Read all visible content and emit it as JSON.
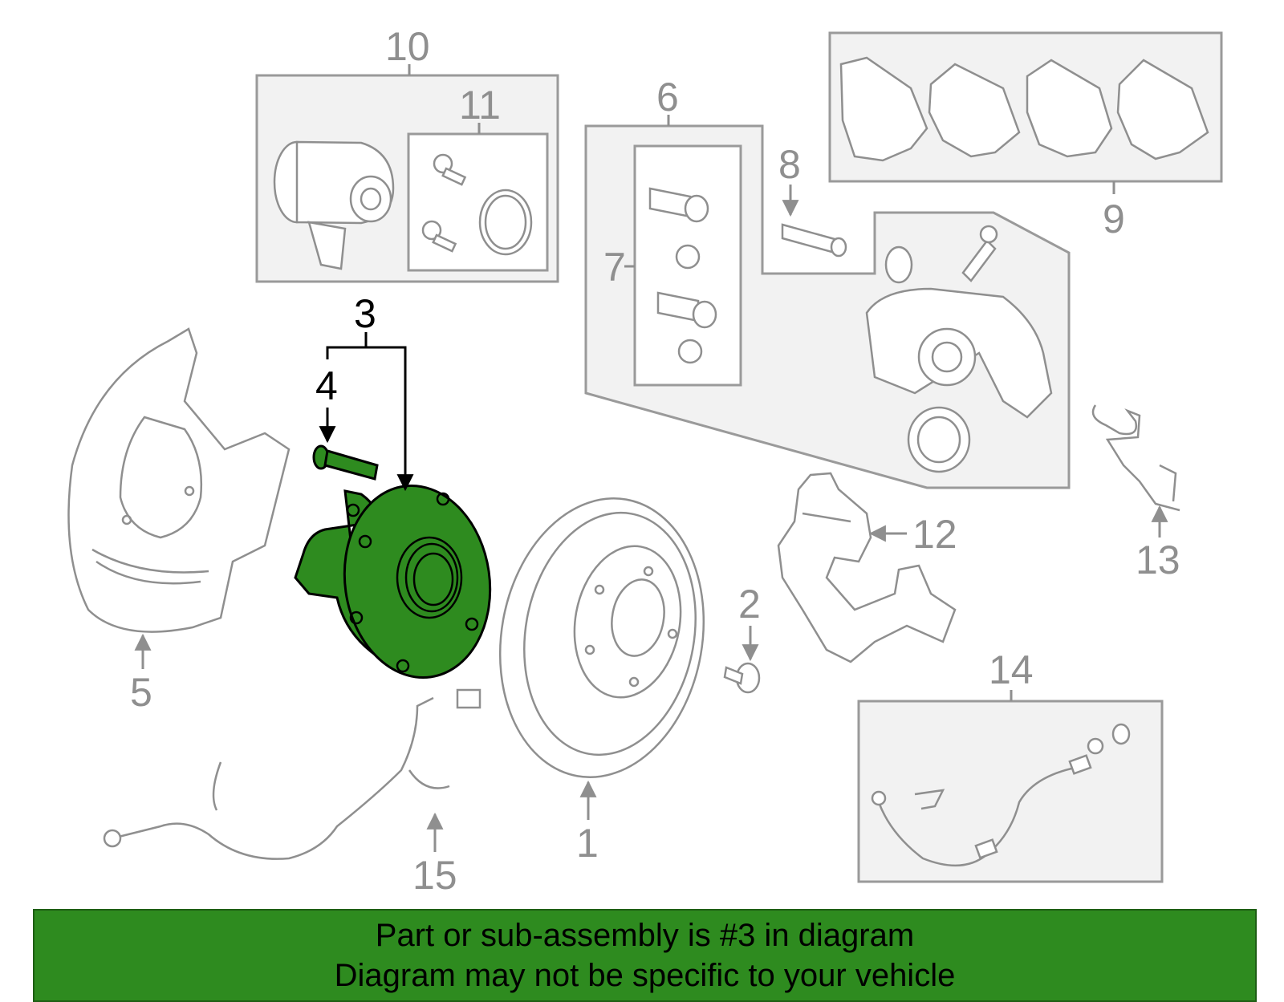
{
  "callouts": {
    "n1": "1",
    "n2": "2",
    "n3": "3",
    "n4": "4",
    "n5": "5",
    "n6": "6",
    "n7": "7",
    "n8": "8",
    "n9": "9",
    "n10": "10",
    "n11": "11",
    "n12": "12",
    "n13": "13",
    "n14": "14",
    "n15": "15"
  },
  "highlighted_part": "3",
  "colors": {
    "highlight": "#2e8b1f",
    "parts": "#8f8f8f",
    "box_fill": "#f2f2f2"
  },
  "banner": {
    "line1": "Part or sub-assembly is #3 in diagram",
    "line2": "Diagram may not be specific to your vehicle"
  }
}
